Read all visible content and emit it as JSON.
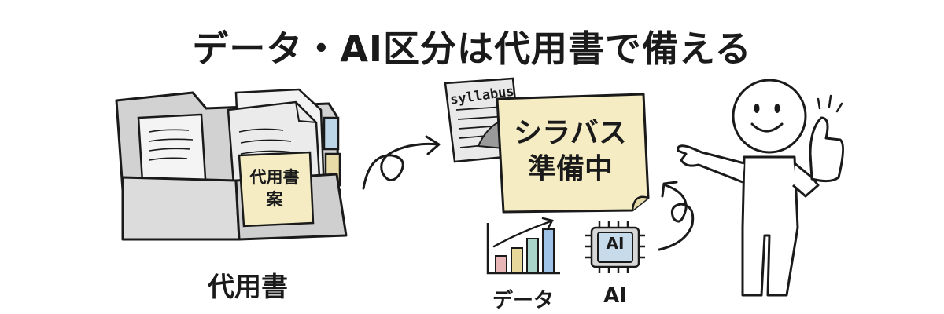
{
  "title": "データ・AI区分は代用書で備える",
  "folder": {
    "label": "代用書",
    "note_line1": "代用書",
    "note_line2": "案"
  },
  "syllabus": {
    "tag": "syllabus",
    "note_line1": "シラバス",
    "note_line2": "準備中"
  },
  "icons": {
    "data_label": "データ",
    "ai_label": "AI",
    "chip_text": "AI"
  },
  "colors": {
    "note_yellow": "#f5ecc4",
    "folder_gray": "#d6d6d6",
    "bar_pink": "#e8b6b6",
    "bar_yellow": "#e8d79a",
    "bar_teal": "#a9d3c9",
    "bar_blue": "#9fc3e6"
  }
}
